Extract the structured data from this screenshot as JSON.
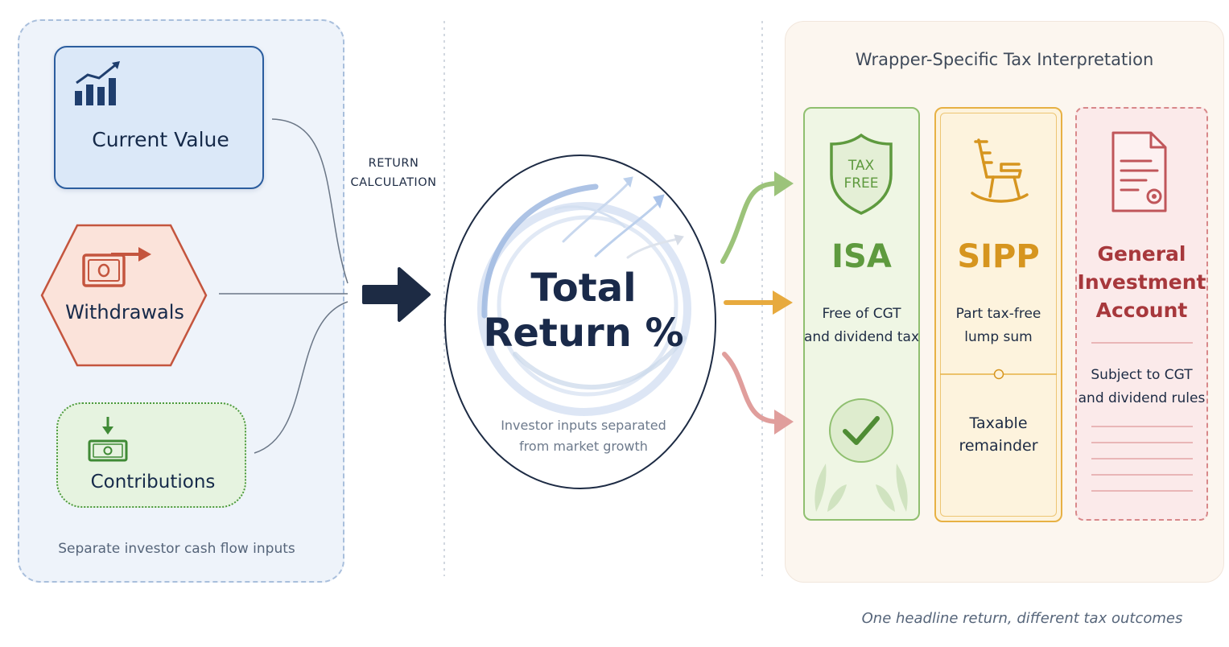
{
  "inputs": {
    "current_value": "Current Value",
    "withdrawals": "Withdrawals",
    "contributions": "Contributions",
    "caption": "Separate investor cash flow inputs"
  },
  "calc": {
    "label_line1": "RETURN",
    "label_line2": "CALCULATION"
  },
  "center": {
    "title_line1": "Total",
    "title_line2": "Return %",
    "subtitle_line1": "Investor inputs separated",
    "subtitle_line2": "from market growth"
  },
  "tax": {
    "title": "Wrapper-Specific Tax Interpretation",
    "badge_line1": "TAX",
    "badge_line2": "FREE",
    "isa": {
      "name": "ISA",
      "desc_line1": "Free of CGT",
      "desc_line2": "and dividend tax"
    },
    "sipp": {
      "name": "SIPP",
      "desc_line1": "Part tax-free",
      "desc_line2": "lump sum",
      "desc2_line1": "Taxable",
      "desc2_line2": "remainder"
    },
    "gia": {
      "name_line1": "General",
      "name_line2": "Investment",
      "name_line3": "Account",
      "desc_line1": "Subject to CGT",
      "desc_line2": "and dividend rules"
    }
  },
  "footer": "One headline return, different tax outcomes",
  "colors": {
    "navy": "#1d2b44",
    "blue": "#2b5d9e",
    "red": "#c4553e",
    "green": "#5e9a3e",
    "amber": "#d6951f",
    "maroon": "#a7383c"
  }
}
